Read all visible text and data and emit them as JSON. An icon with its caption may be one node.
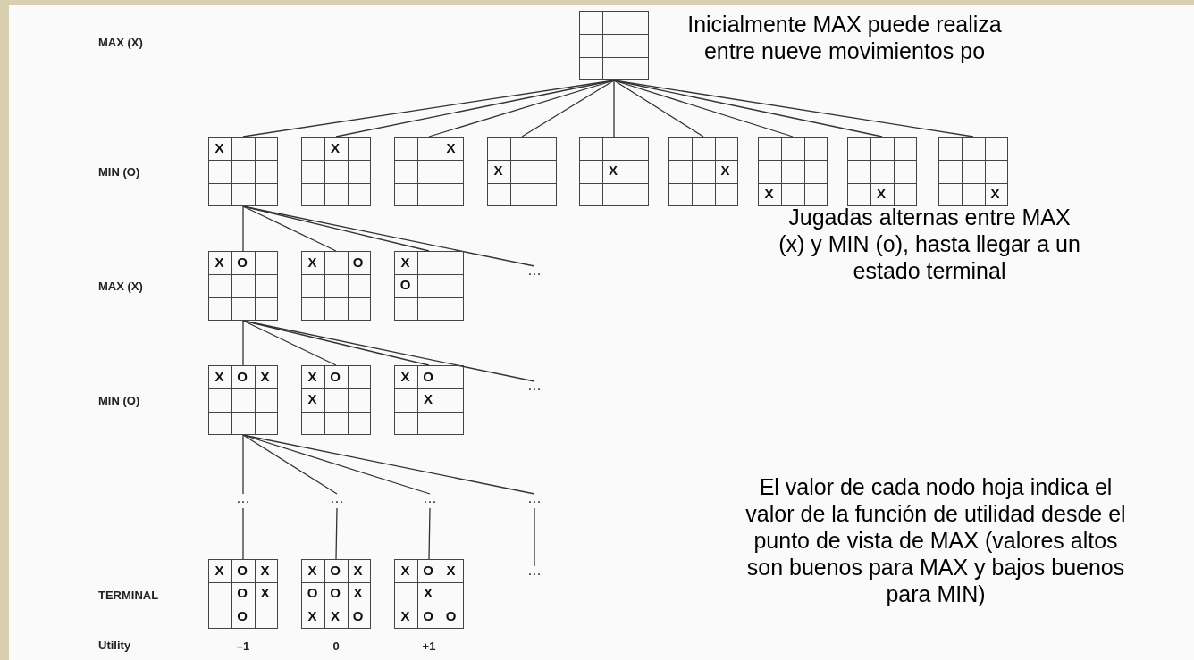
{
  "diagram": {
    "nodes": [
      {
        "text": [],
        "shape": "box"
      },
      {
        "text": [
          "X"
        ]
      },
      {
        "text": [
          "X"
        ]
      },
      {
        "text": [
          "X"
        ]
      },
      {
        "text": [
          "X"
        ]
      },
      {
        "text": [
          "X"
        ]
      },
      {
        "text": [
          "X"
        ]
      },
      {
        "text": [
          "X"
        ]
      },
      {
        "text": [
          "X"
        ]
      },
      {
        "text": [
          "X"
        ]
      },
      {
        "text": [
          "X",
          "O"
        ]
      },
      {
        "text": [
          "X",
          "O"
        ]
      },
      {
        "text": [
          "X",
          "O"
        ]
      },
      {
        "text": [
          "…"
        ]
      },
      {
        "text": [
          "X",
          "O",
          "X"
        ]
      },
      {
        "text": [
          "X",
          "O",
          "X"
        ]
      },
      {
        "text": [
          "X",
          "O",
          "X"
        ]
      },
      {
        "text": [
          "…"
        ]
      },
      {
        "text": [
          "…"
        ]
      },
      {
        "text": [
          "…"
        ]
      },
      {
        "text": [
          "…"
        ]
      },
      {
        "text": [
          "…"
        ]
      },
      {
        "text": [
          "X",
          "O",
          "X",
          "O",
          "X",
          "O"
        ],
        "beside": [
          "–1"
        ]
      },
      {
        "text": [
          "X",
          "O",
          "X",
          "O",
          "O",
          "X",
          "X",
          "X",
          "O"
        ],
        "beside": [
          "0"
        ]
      },
      {
        "text": [
          "X",
          "O",
          "X",
          "X",
          "X",
          "O",
          "O"
        ],
        "beside": [
          "+1"
        ]
      },
      {
        "text": [
          "…"
        ]
      }
    ],
    "edges": [
      {
        "from": 0,
        "to": 1,
        "arrow": "none"
      },
      {
        "from": 0,
        "to": 2,
        "arrow": "none"
      },
      {
        "from": 0,
        "to": 3,
        "arrow": "none"
      },
      {
        "from": 0,
        "to": 4,
        "arrow": "none"
      },
      {
        "from": 0,
        "to": 5,
        "arrow": "none"
      },
      {
        "from": 0,
        "to": 6,
        "arrow": "none"
      },
      {
        "from": 0,
        "to": 7,
        "arrow": "none"
      },
      {
        "from": 0,
        "to": 8,
        "arrow": "none"
      },
      {
        "from": 0,
        "to": 9,
        "arrow": "none"
      },
      {
        "from": 1,
        "to": 10,
        "arrow": "none"
      },
      {
        "from": 1,
        "to": 11,
        "arrow": "none"
      },
      {
        "from": 1,
        "to": 12,
        "arrow": "none"
      },
      {
        "from": 1,
        "to": 13,
        "arrow": "none"
      },
      {
        "from": 10,
        "to": 14,
        "arrow": "none"
      },
      {
        "from": 10,
        "to": 15,
        "arrow": "none"
      },
      {
        "from": 10,
        "to": 16,
        "arrow": "none"
      },
      {
        "from": 10,
        "to": 17,
        "arrow": "none"
      },
      {
        "from": 14,
        "to": 18,
        "arrow": "none"
      },
      {
        "from": 14,
        "to": 19,
        "arrow": "none"
      },
      {
        "from": 14,
        "to": 20,
        "arrow": "none"
      },
      {
        "from": 14,
        "to": 21,
        "arrow": "none"
      },
      {
        "from": 18,
        "to": 22,
        "arrow": "none"
      },
      {
        "from": 19,
        "to": 23,
        "arrow": "none"
      },
      {
        "from": 20,
        "to": 24,
        "arrow": "none"
      },
      {
        "from": 21,
        "to": 25,
        "arrow": "none"
      }
    ],
    "labels": [
      "MAX (X)",
      "Inicialmente MAX puede realiza entre nueve movimientos po",
      "MIN (O)",
      "MAX (X)",
      "Jugadas alternas entre MAX (x) y MIN (o), hasta llegar a un estado terminal",
      "MIN (O)",
      "El valor de cada nodo hoja indica el valor de la función de utilidad desde el punto de vista de MAX (valores altos son buenos para MAX y bajos buenos para MIN)",
      "TERMINAL",
      "Utility"
    ]
  }
}
